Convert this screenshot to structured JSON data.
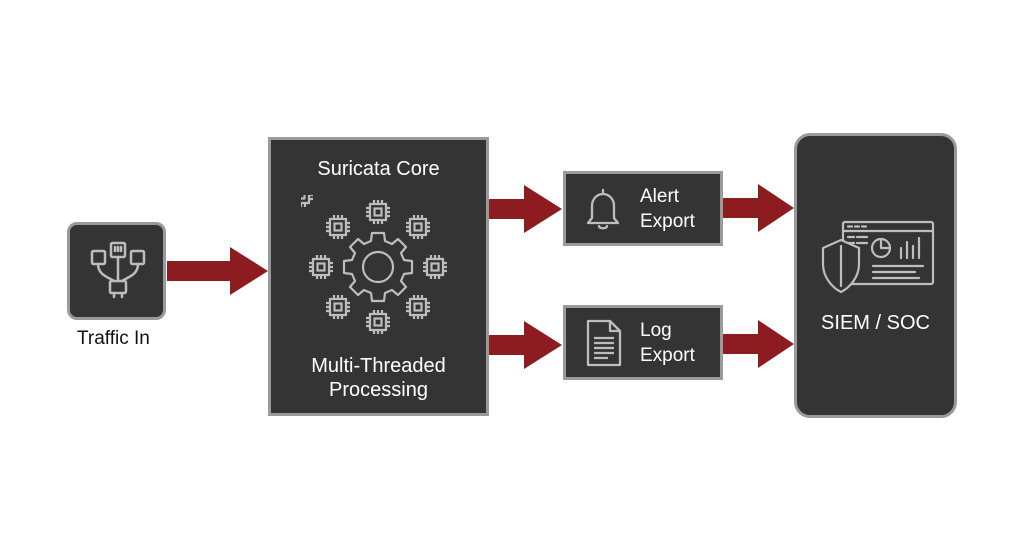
{
  "colors": {
    "box_fill": "#343434",
    "box_border": "#9a9a9a",
    "arrow": "#8c1c1f",
    "icon_stroke": "#bdbdbd"
  },
  "nodes": {
    "traffic_in": {
      "label": "Traffic In",
      "icon": "network-cables-icon"
    },
    "suricata_core": {
      "title": "Suricata Core",
      "subtitle_line1": "Multi-Threaded",
      "subtitle_line2": "Processing",
      "icon": "gear-with-cpus-icon"
    },
    "alert_export": {
      "line1": "Alert",
      "line2": "Export",
      "icon": "bell-icon"
    },
    "log_export": {
      "line1": "Log",
      "line2": "Export",
      "icon": "document-icon"
    },
    "siem_soc": {
      "label": "SIEM / SOC",
      "icon": "shield-dashboard-icon"
    }
  }
}
